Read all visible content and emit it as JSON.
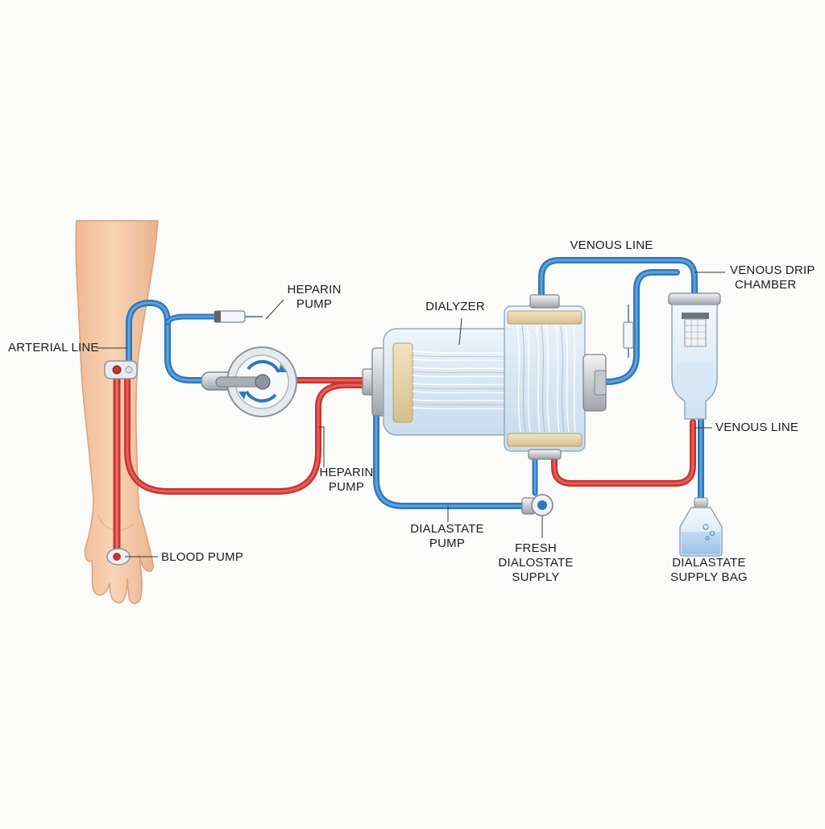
{
  "labels": {
    "arterial_line": "ARTERIAL LINE",
    "heparin_pump_top": [
      "HEPARIN",
      "PUMP"
    ],
    "dialyzer": "DIALYZER",
    "venous_line_top": "VENOUS LINE",
    "venous_drip_chamber": [
      "VENOUS DRIP",
      "CHAMBER"
    ],
    "venous_line_right": "VENOUS LINE",
    "heparin_pump_bottom": [
      "HEPARIN",
      "PUMP"
    ],
    "blood_pump": "BLOOD PUMP",
    "dialastate_pump": [
      "DIALASTATE",
      "PUMP"
    ],
    "fresh_dialostate_supply": [
      "FRESH",
      "DIALOSTATE",
      "SUPPLY"
    ],
    "dialastate_supply_bag": [
      "DIALASTATE",
      "SUPPLY BAG"
    ]
  },
  "colors": {
    "arterial_tube": "#d9453f",
    "venous_tube": "#3a86c8",
    "skin": "#f5cba9",
    "housing": "#dfe9f2",
    "end_cap": "#e5d3a6"
  }
}
